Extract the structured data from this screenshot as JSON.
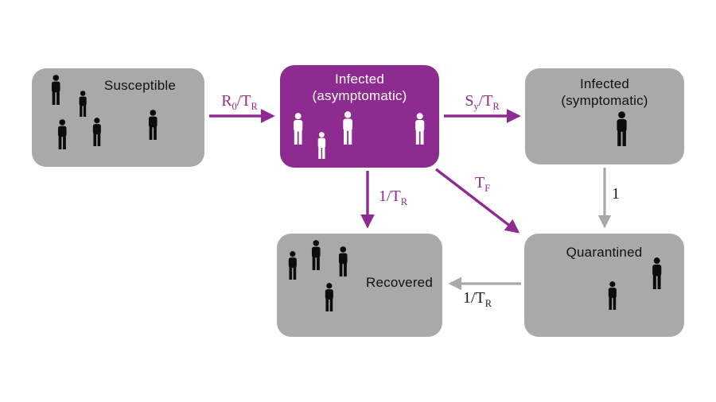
{
  "colors": {
    "box_gray": "#a9a9a9",
    "infected_purple": "#8e2b90",
    "arrow_purple": "#8e2b90",
    "arrow_gray": "#a9a9a9",
    "label_dark": "#121212",
    "label_light": "#ffffff"
  },
  "icons": {
    "person": "person-icon"
  },
  "boxes": {
    "susceptible": {
      "label": "Susceptible",
      "people_count": 5
    },
    "infected_asymptomatic": {
      "line1": "Infected",
      "line2": "(asymptomatic)",
      "people_count": 4
    },
    "infected_symptomatic": {
      "line1": "Infected",
      "line2": "(symptomatic)",
      "people_count": 1
    },
    "recovered": {
      "label": "Recovered",
      "people_count": 4
    },
    "quarantined": {
      "label": "Quarantined",
      "people_count": 2
    }
  },
  "rates": {
    "r0_tr": {
      "p1": "R",
      "s1": "0",
      "p2": "/T",
      "s2": "R"
    },
    "sy_tr": {
      "p1": "S",
      "s1": "y",
      "p2": "/T",
      "s2": "R"
    },
    "one_tr_down": {
      "p1": "1/T",
      "s1": "R"
    },
    "tf": {
      "p1": "T",
      "s1": "F"
    },
    "one": {
      "p1": "1"
    },
    "one_tr_left": {
      "p1": "1/T",
      "s1": "R"
    }
  },
  "edges": [
    {
      "from": "Susceptible",
      "to": "Infected (asymptomatic)",
      "label": "R0/TR",
      "style": "purple"
    },
    {
      "from": "Infected (asymptomatic)",
      "to": "Infected (symptomatic)",
      "label": "Sy/TR",
      "style": "purple"
    },
    {
      "from": "Infected (asymptomatic)",
      "to": "Recovered",
      "label": "1/TR",
      "style": "purple"
    },
    {
      "from": "Infected (asymptomatic)",
      "to": "Quarantined",
      "label": "TF",
      "style": "purple"
    },
    {
      "from": "Infected (symptomatic)",
      "to": "Quarantined",
      "label": "1",
      "style": "gray"
    },
    {
      "from": "Quarantined",
      "to": "Recovered",
      "label": "1/TR",
      "style": "gray"
    }
  ]
}
